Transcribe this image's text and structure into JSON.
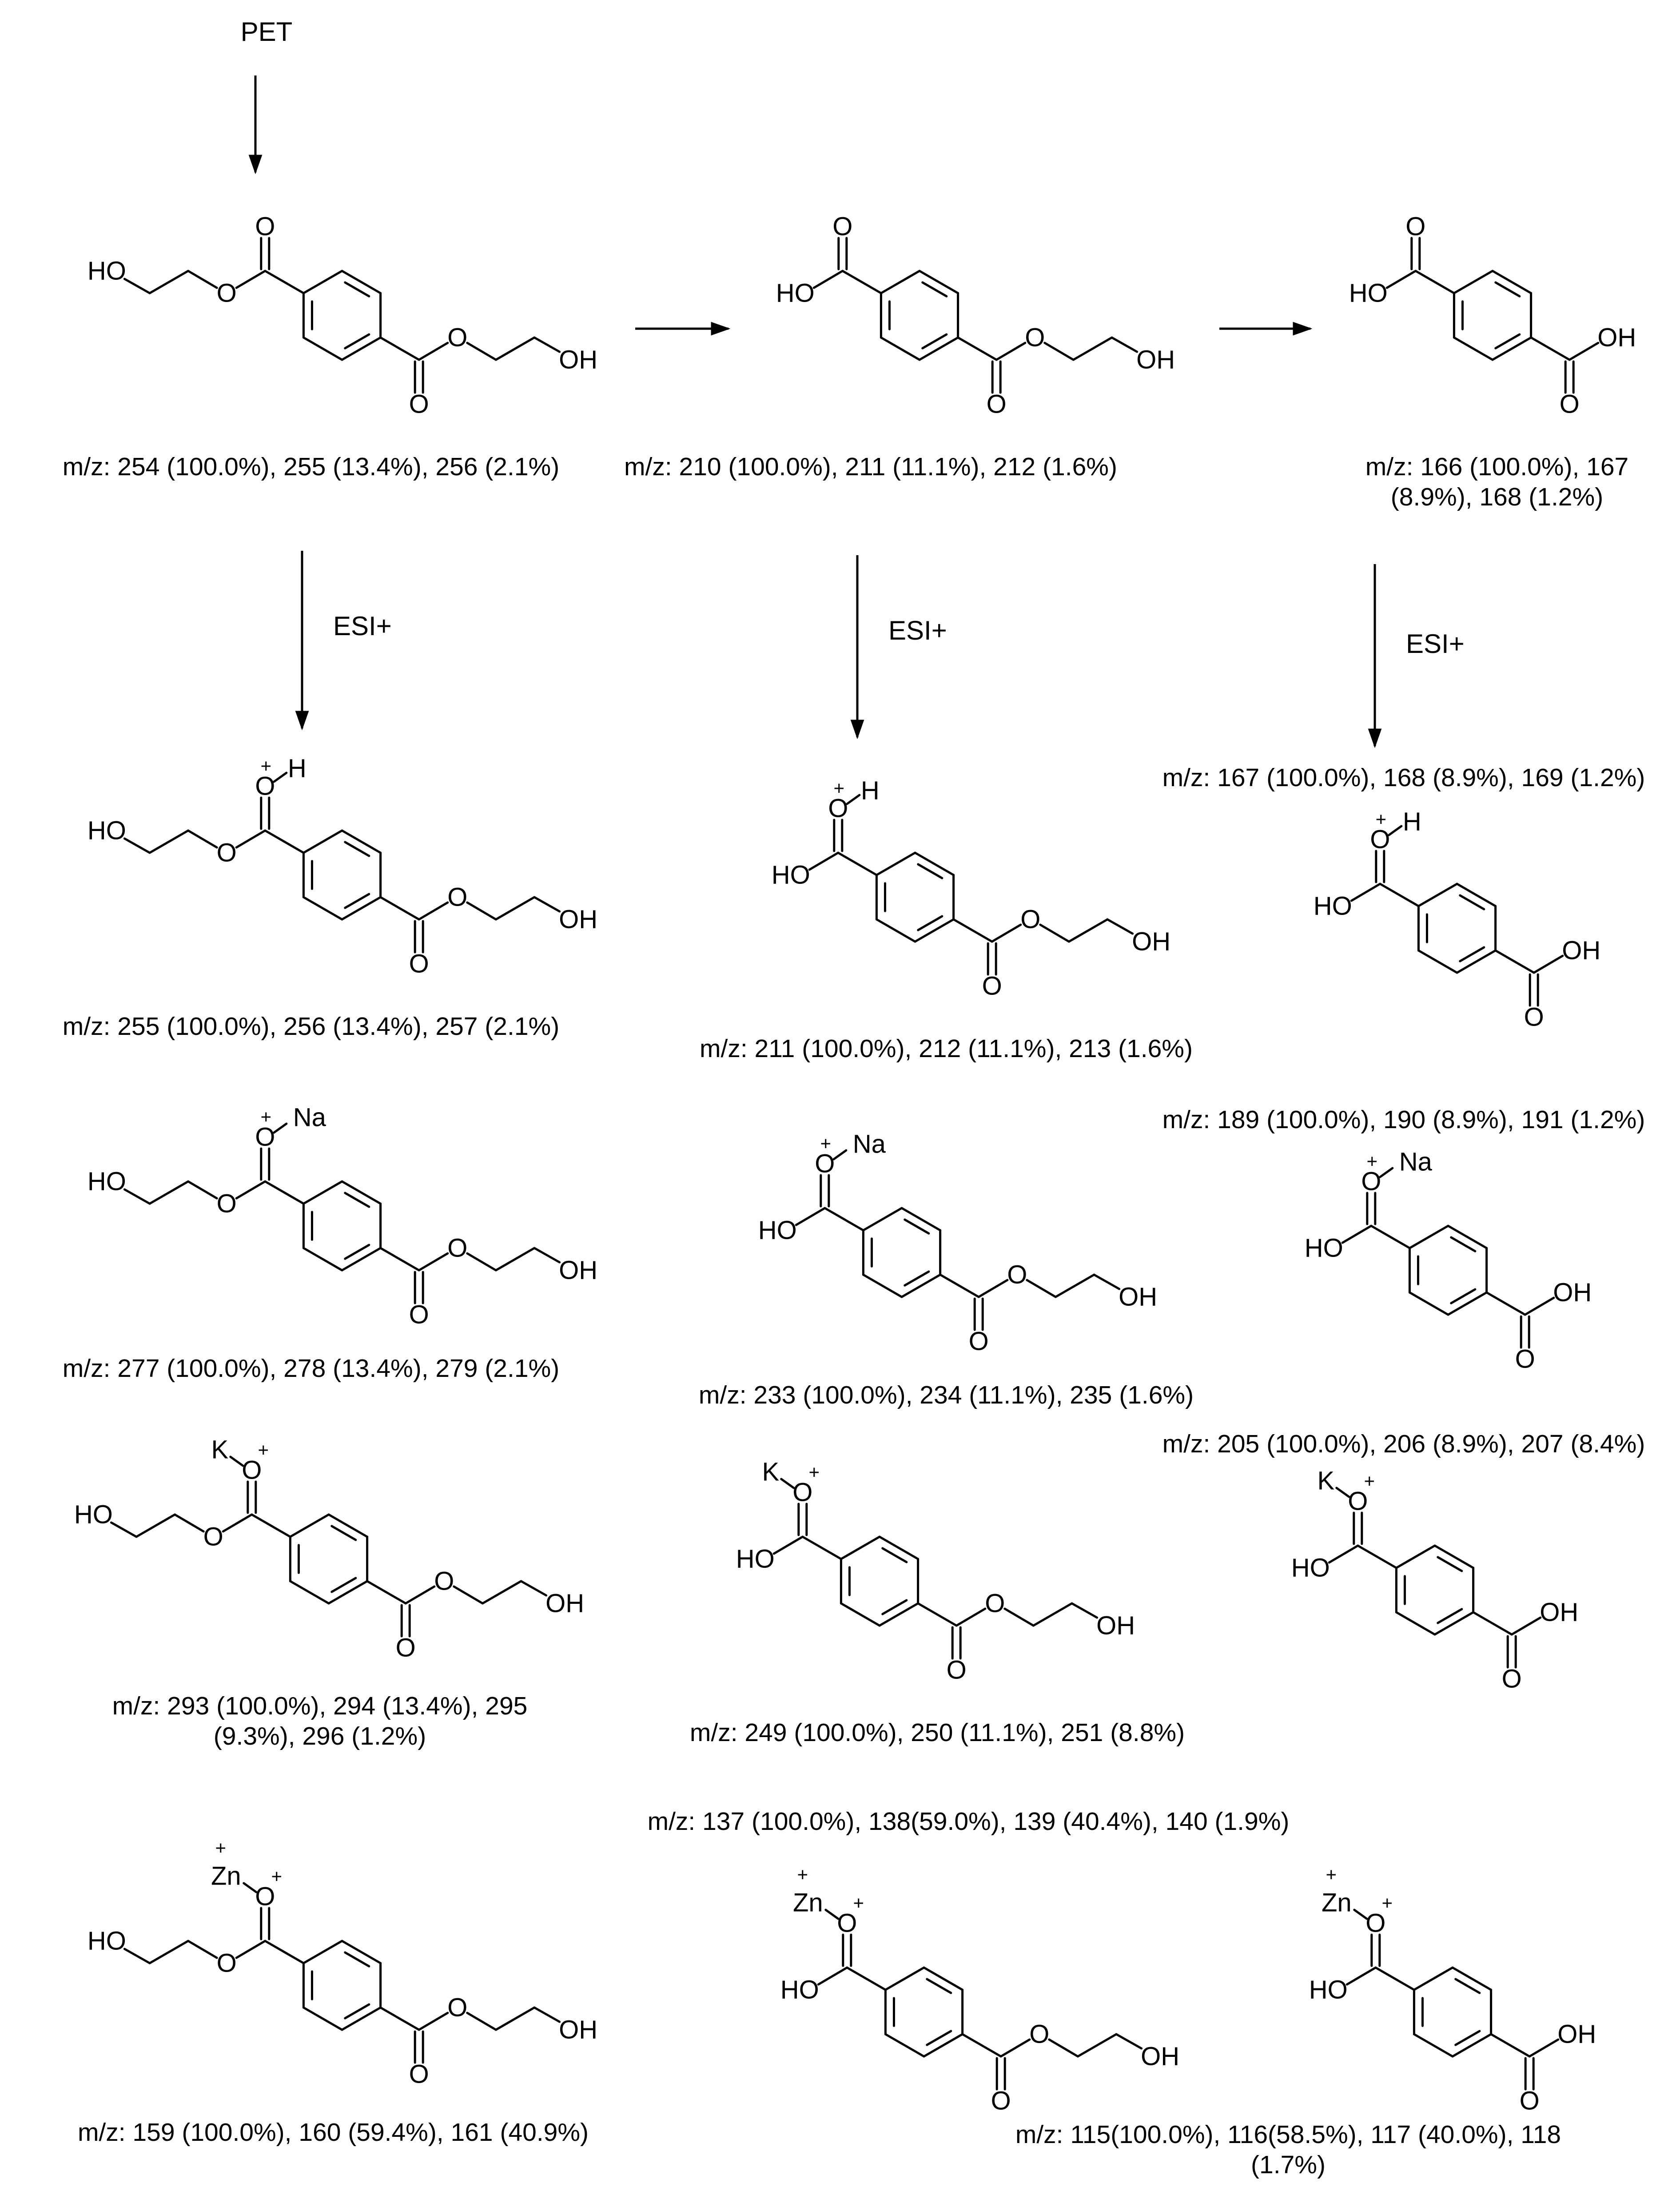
{
  "start_label": "PET",
  "step_label": "ESI+",
  "atoms": {
    "ho": "HO",
    "oh": "OH",
    "o": "O",
    "h": "H",
    "na": "Na",
    "k": "K",
    "zn": "Zn",
    "plus": "+"
  },
  "products": {
    "bhet": [
      "m/z: 254 (100.0%), 255 (13.4%), 256 (2.1%)"
    ],
    "mhet": [
      "m/z: 210 (100.0%), 211 (11.1%), 212 (1.6%)"
    ],
    "tpa": [
      "m/z: 166 (100.0%), 167",
      "(8.9%), 168 (1.2%)"
    ]
  },
  "ions": {
    "bhet_h": [
      "m/z: 255 (100.0%), 256 (13.4%), 257 (2.1%)"
    ],
    "mhet_h": [
      "m/z: 211 (100.0%), 212 (11.1%), 213 (1.6%)"
    ],
    "tpa_h": [
      "m/z: 167 (100.0%), 168 (8.9%), 169 (1.2%)"
    ],
    "bhet_na": [
      "m/z: 277 (100.0%), 278 (13.4%), 279 (2.1%)"
    ],
    "mhet_na": [
      "m/z: 233 (100.0%), 234 (11.1%), 235 (1.6%)"
    ],
    "tpa_na": [
      "m/z: 189 (100.0%), 190 (8.9%), 191 (1.2%)"
    ],
    "bhet_k": [
      "m/z: 293 (100.0%), 294 (13.4%), 295",
      "(9.3%), 296 (1.2%)"
    ],
    "mhet_k": [
      "m/z: 249 (100.0%), 250 (11.1%), 251 (8.8%)"
    ],
    "tpa_k": [
      "m/z: 205 (100.0%), 206 (8.9%), 207 (8.4%)"
    ],
    "bhet_zn": [
      "m/z: 159 (100.0%), 160 (59.4%), 161 (40.9%)"
    ],
    "mhet_zn": [
      "m/z: 137 (100.0%), 138(59.0%), 139 (40.4%), 140 (1.9%)"
    ],
    "tpa_zn": [
      "m/z: 115(100.0%), 116(58.5%), 117 (40.0%), 118",
      "(1.7%)"
    ]
  }
}
